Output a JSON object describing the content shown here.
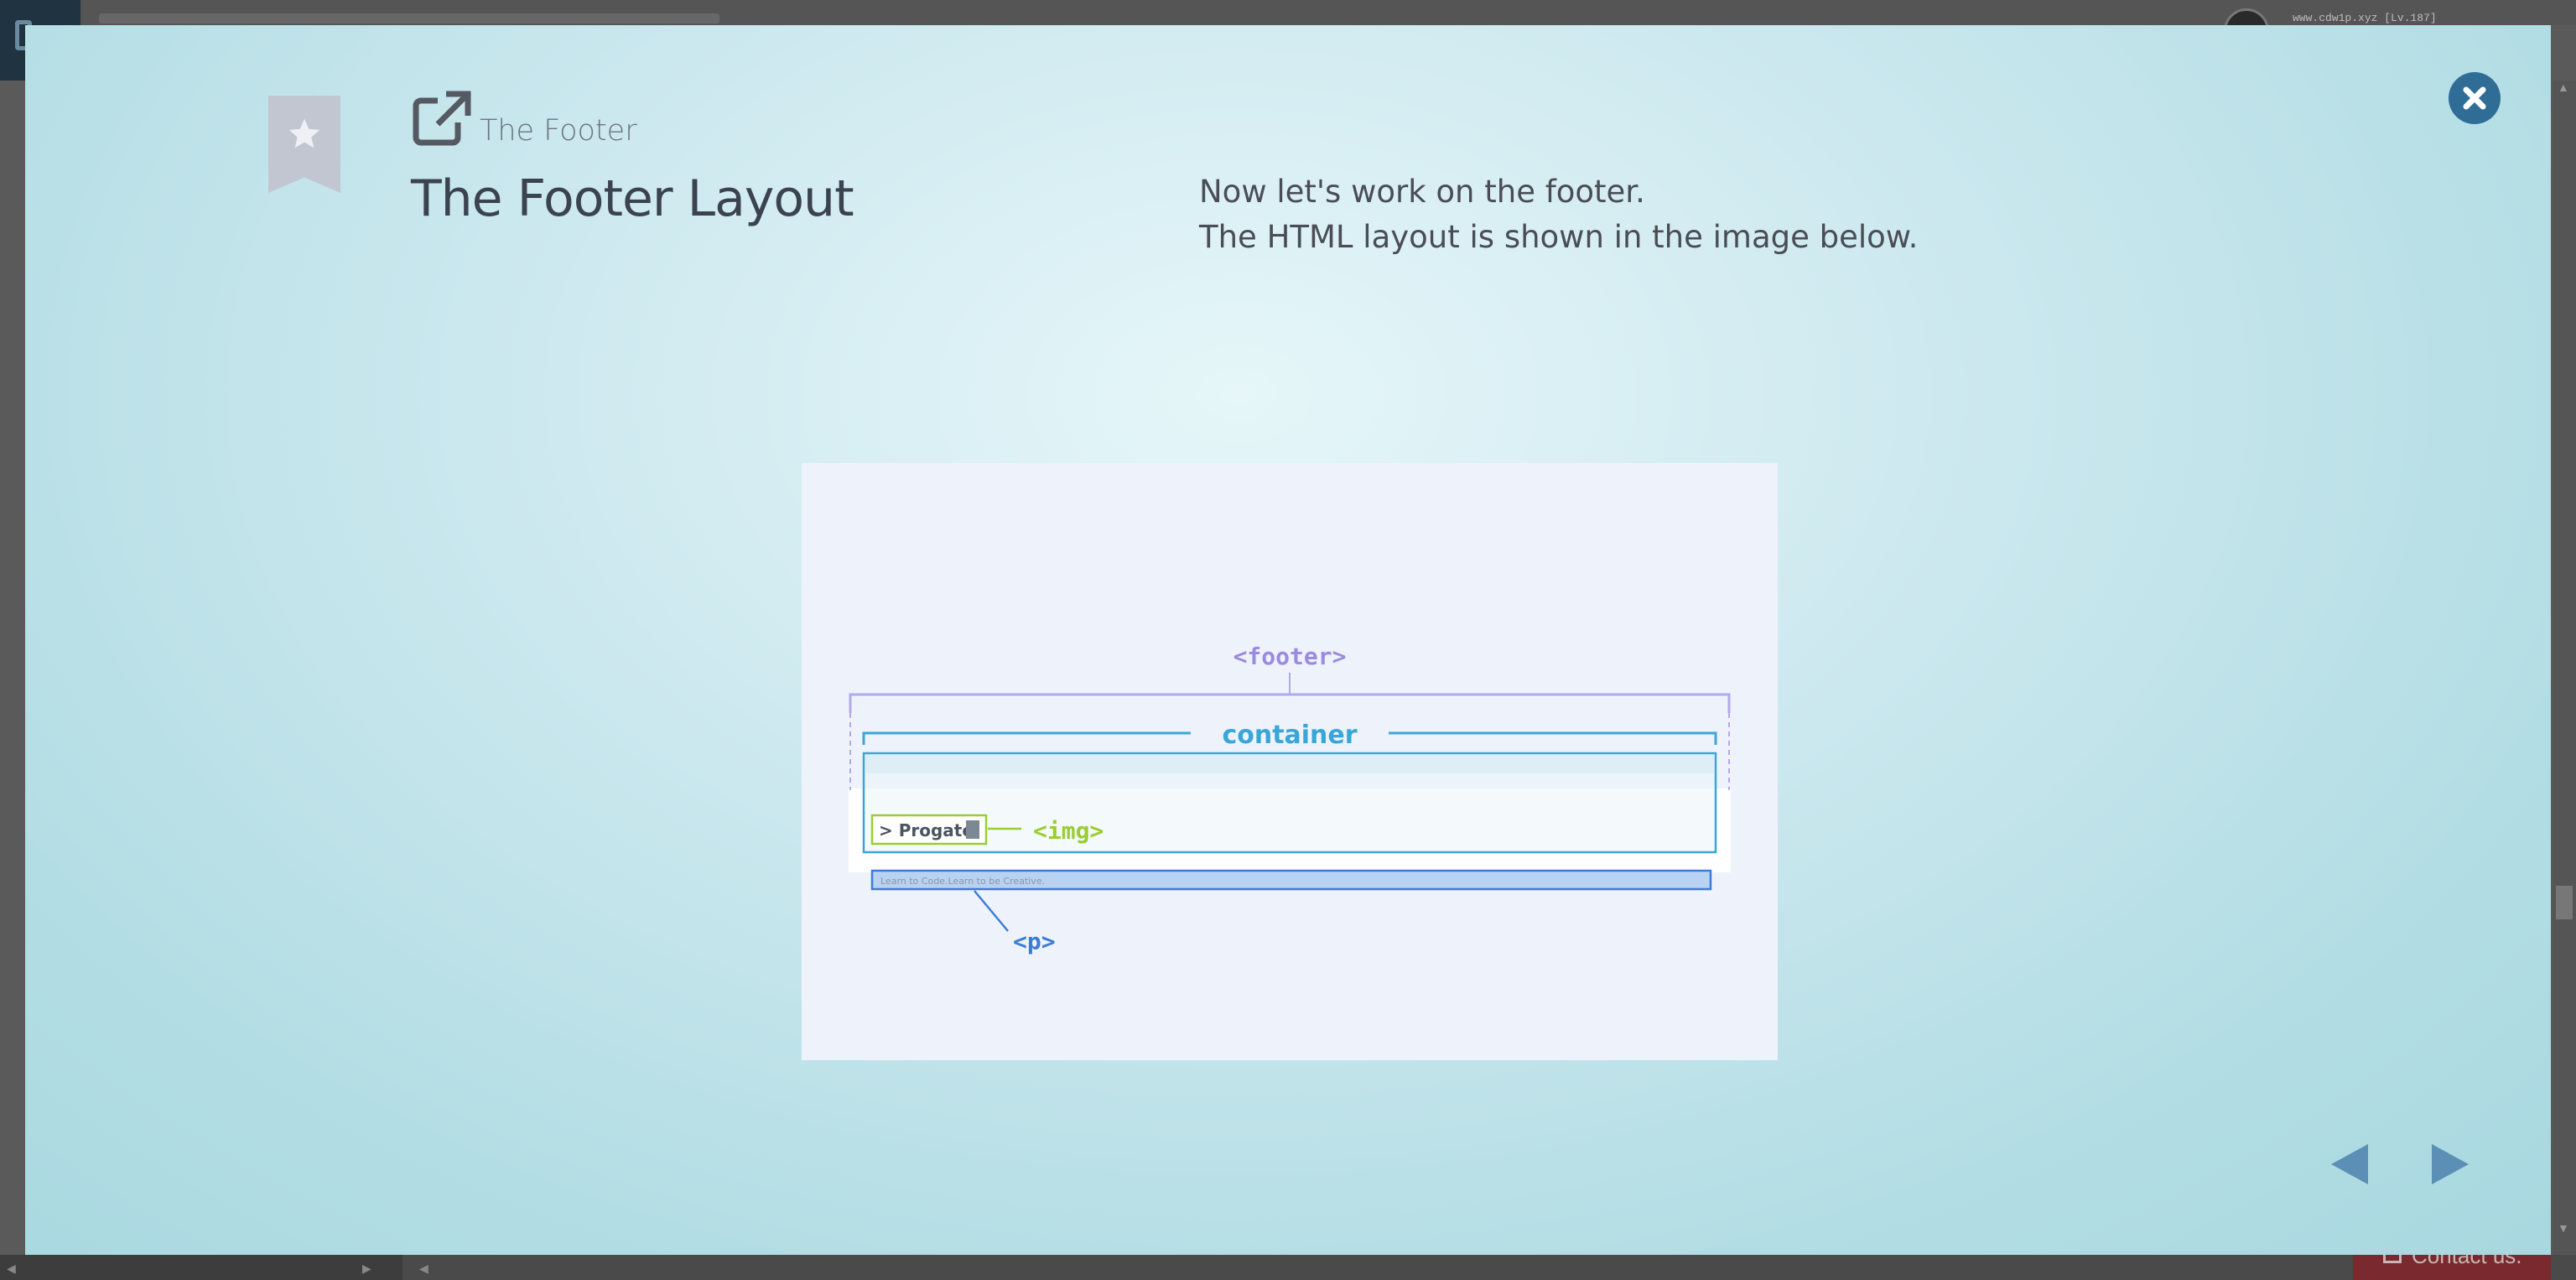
{
  "background": {
    "user_label": "www.cdw1p.xyz [Lv.187]",
    "contact_label": "Contact us."
  },
  "lesson": {
    "section": "The Footer",
    "title": "The Footer Layout",
    "description_lines": [
      "Now let's work on the footer.",
      "The HTML layout is shown in the image below."
    ]
  },
  "figure": {
    "labels": {
      "footer": "<footer>",
      "container": "container",
      "img": "<img>",
      "p": "<p>"
    },
    "logo_text": "> Progate",
    "tagline": "Learn to Code.Learn to be Creative.",
    "colors": {
      "footer": "#9a8be0",
      "container": "#3aa6d8",
      "img": "#9acd32",
      "p": "#3d7cd6"
    }
  },
  "icons": {
    "close": "close-icon",
    "bookmark": "bookmark-star-icon",
    "link": "external-link-icon",
    "prev": "triangle-left-icon",
    "next": "triangle-right-icon"
  },
  "accent": "#2f6d96"
}
